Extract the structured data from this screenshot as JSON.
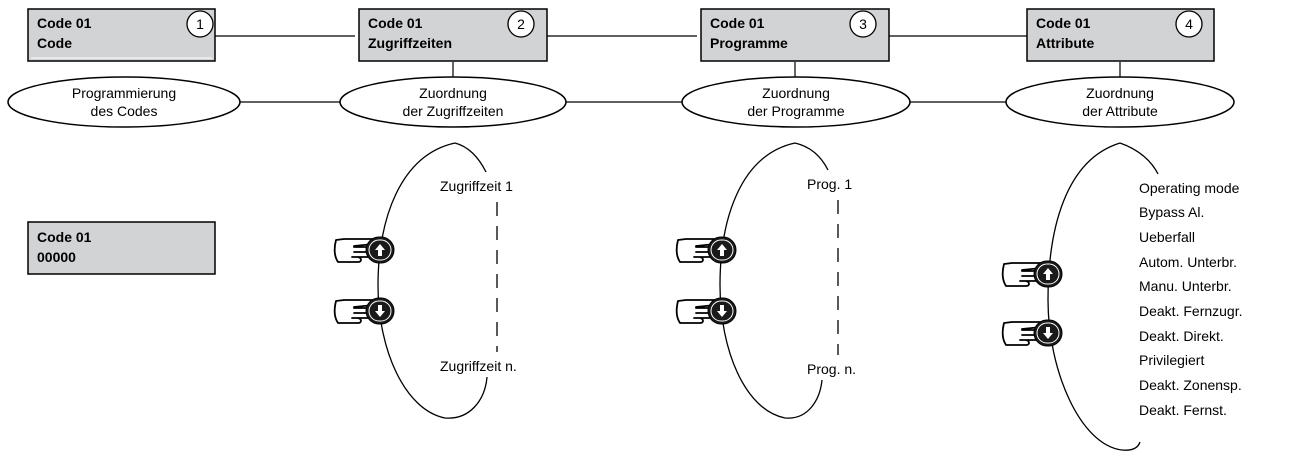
{
  "colors": {
    "lcd_fill": "#d2d3d5",
    "key_fill": "#1a1a1a",
    "line": "#000000"
  },
  "steps": [
    {
      "number": "1",
      "line1": "Code 01",
      "line2": "Code"
    },
    {
      "number": "2",
      "line1": "Code 01",
      "line2": "Zugriffzeiten"
    },
    {
      "number": "3",
      "line1": "Code 01",
      "line2": "Programme"
    },
    {
      "number": "4",
      "line1": "Code 01",
      "line2": "Attribute"
    }
  ],
  "ellipses": [
    {
      "line1": "Programmierung",
      "line2": "des Codes"
    },
    {
      "line1": "Zuordnung",
      "line2": "der Zugriffzeiten"
    },
    {
      "line1": "Zuordnung",
      "line2": "der Programme"
    },
    {
      "line1": "Zuordnung",
      "line2": "der Attribute"
    }
  ],
  "code_display": {
    "line1": "Code 01",
    "line2": "00000"
  },
  "access_times": {
    "first": "Zugriffzeit 1",
    "last": "Zugriffzeit n."
  },
  "programs": {
    "first": "Prog. 1",
    "last": "Prog. n."
  },
  "attributes": [
    "Operating mode",
    "Bypass Al.",
    "Ueberfall",
    "Autom. Unterbr.",
    "Manu. Unterbr.",
    "Deakt. Fernzugr.",
    "Deakt. Direkt.",
    "Privilegiert",
    "Deakt. Zonensp.",
    "Deakt. Fernst."
  ],
  "icons": {
    "up_key": "hand-pressing-up-arrow-key-icon",
    "down_key": "hand-pressing-down-arrow-key-icon"
  }
}
